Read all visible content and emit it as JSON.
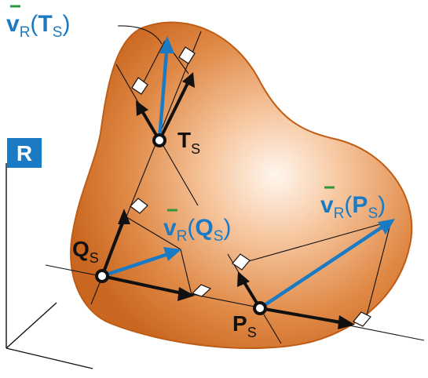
{
  "colors": {
    "body_fill": "#d9782e",
    "body_edge": "#c05a12",
    "body_highlight": "#fff6ee",
    "blue": "#1a7bc4",
    "black": "#111111",
    "frame_tag_bg": "#1a7bc4",
    "frame_tag_text": "#ffffff"
  },
  "frame": {
    "label": "R"
  },
  "points": {
    "T": {
      "letter": "T",
      "sub": "S"
    },
    "Q": {
      "letter": "Q",
      "sub": "S"
    },
    "P": {
      "letter": "P",
      "sub": "S"
    }
  },
  "vectors": {
    "vT": {
      "v": "v",
      "sub_R": "R",
      "open": "(",
      "letter": "T",
      "sub_S": "S",
      "close": ")"
    },
    "vQ": {
      "v": "v",
      "sub_R": "R",
      "open": "(",
      "letter": "Q",
      "sub_S": "S",
      "close": ")"
    },
    "vP": {
      "v": "v",
      "sub_R": "R",
      "open": "(",
      "letter": "P",
      "sub_S": "S",
      "close": ")"
    }
  }
}
